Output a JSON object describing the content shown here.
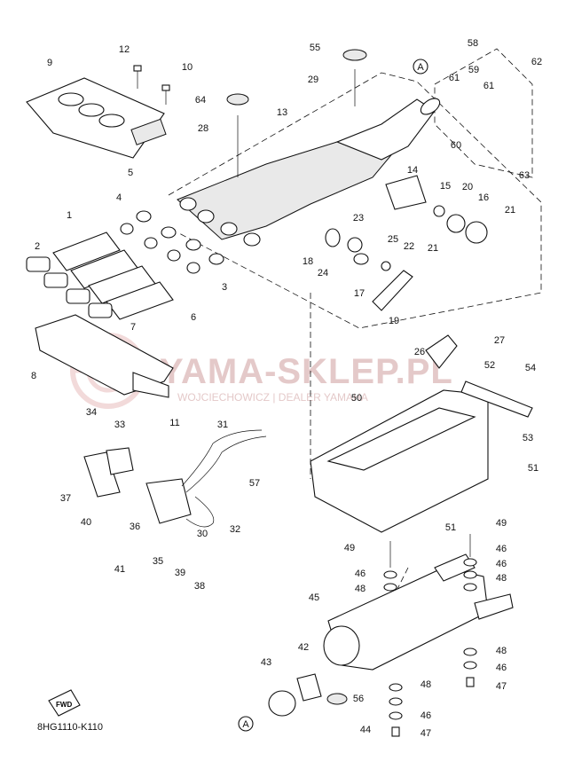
{
  "diagram": {
    "code": "8HG1110-K110",
    "fwd_label": "FWD",
    "ref_marker": "A",
    "watermark": {
      "title": "YAMA-SKLEP.PL",
      "subtitle": "WOJCIECHOWICZ | DEALER YAMAHA"
    },
    "callouts": [
      {
        "id": "1",
        "label": "1"
      },
      {
        "id": "2",
        "label": "2"
      },
      {
        "id": "3",
        "label": "3"
      },
      {
        "id": "4",
        "label": "4"
      },
      {
        "id": "5",
        "label": "5"
      },
      {
        "id": "6",
        "label": "6"
      },
      {
        "id": "7",
        "label": "7"
      },
      {
        "id": "8",
        "label": "8"
      },
      {
        "id": "9",
        "label": "9"
      },
      {
        "id": "10",
        "label": "10"
      },
      {
        "id": "11",
        "label": "11"
      },
      {
        "id": "12",
        "label": "12"
      },
      {
        "id": "13",
        "label": "13"
      },
      {
        "id": "14",
        "label": "14"
      },
      {
        "id": "15",
        "label": "15"
      },
      {
        "id": "16",
        "label": "16"
      },
      {
        "id": "17",
        "label": "17"
      },
      {
        "id": "18",
        "label": "18"
      },
      {
        "id": "19",
        "label": "19"
      },
      {
        "id": "20",
        "label": "20"
      },
      {
        "id": "21a",
        "label": "21"
      },
      {
        "id": "21b",
        "label": "21"
      },
      {
        "id": "22",
        "label": "22"
      },
      {
        "id": "23",
        "label": "23"
      },
      {
        "id": "24",
        "label": "24"
      },
      {
        "id": "25",
        "label": "25"
      },
      {
        "id": "26",
        "label": "26"
      },
      {
        "id": "27",
        "label": "27"
      },
      {
        "id": "28",
        "label": "28"
      },
      {
        "id": "29",
        "label": "29"
      },
      {
        "id": "30",
        "label": "30"
      },
      {
        "id": "31",
        "label": "31"
      },
      {
        "id": "32",
        "label": "32"
      },
      {
        "id": "33",
        "label": "33"
      },
      {
        "id": "34",
        "label": "34"
      },
      {
        "id": "35",
        "label": "35"
      },
      {
        "id": "36",
        "label": "36"
      },
      {
        "id": "37",
        "label": "37"
      },
      {
        "id": "38",
        "label": "38"
      },
      {
        "id": "39",
        "label": "39"
      },
      {
        "id": "40",
        "label": "40"
      },
      {
        "id": "41",
        "label": "41"
      },
      {
        "id": "42",
        "label": "42"
      },
      {
        "id": "43",
        "label": "43"
      },
      {
        "id": "44",
        "label": "44"
      },
      {
        "id": "45",
        "label": "45"
      },
      {
        "id": "46a",
        "label": "46"
      },
      {
        "id": "46b",
        "label": "46"
      },
      {
        "id": "46c",
        "label": "46"
      },
      {
        "id": "46d",
        "label": "46"
      },
      {
        "id": "46e",
        "label": "46"
      },
      {
        "id": "47a",
        "label": "47"
      },
      {
        "id": "47b",
        "label": "47"
      },
      {
        "id": "48a",
        "label": "48"
      },
      {
        "id": "48b",
        "label": "48"
      },
      {
        "id": "48c",
        "label": "48"
      },
      {
        "id": "48d",
        "label": "48"
      },
      {
        "id": "49a",
        "label": "49"
      },
      {
        "id": "49b",
        "label": "49"
      },
      {
        "id": "50",
        "label": "50"
      },
      {
        "id": "51a",
        "label": "51"
      },
      {
        "id": "51b",
        "label": "51"
      },
      {
        "id": "52",
        "label": "52"
      },
      {
        "id": "53",
        "label": "53"
      },
      {
        "id": "54",
        "label": "54"
      },
      {
        "id": "55",
        "label": "55"
      },
      {
        "id": "56",
        "label": "56"
      },
      {
        "id": "57",
        "label": "57"
      },
      {
        "id": "58",
        "label": "58"
      },
      {
        "id": "59",
        "label": "59"
      },
      {
        "id": "60",
        "label": "60"
      },
      {
        "id": "61a",
        "label": "61"
      },
      {
        "id": "61b",
        "label": "61"
      },
      {
        "id": "62",
        "label": "62"
      },
      {
        "id": "63",
        "label": "63"
      },
      {
        "id": "64",
        "label": "64"
      }
    ]
  }
}
